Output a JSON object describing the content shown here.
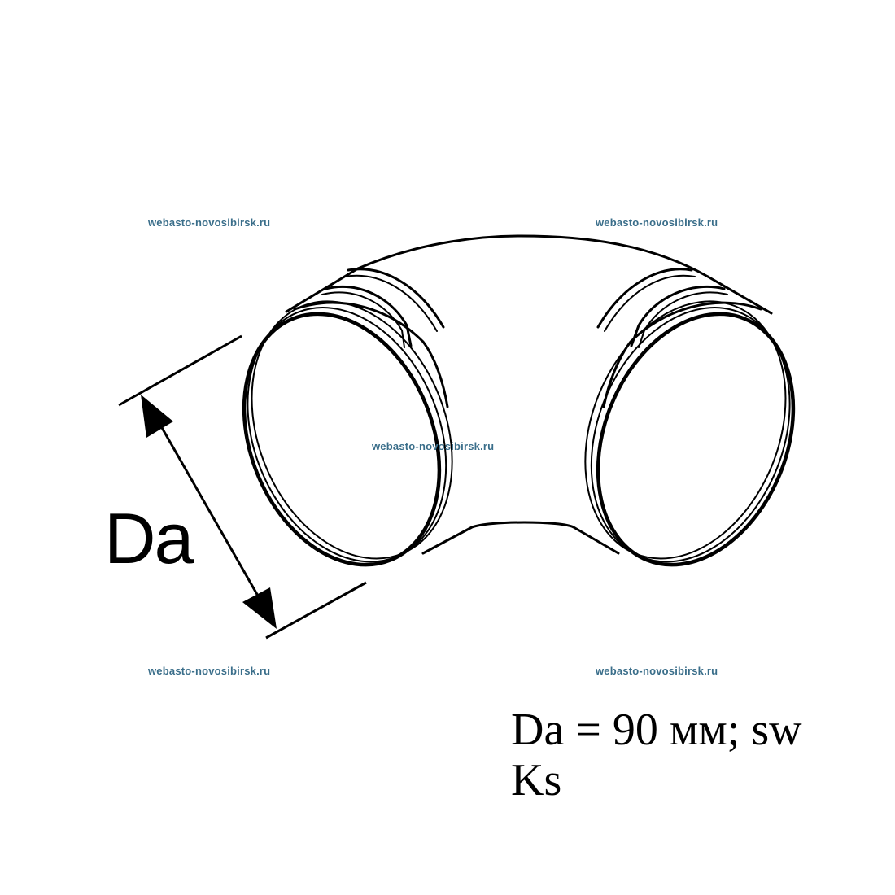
{
  "drawing": {
    "subject": "pipe-elbow-90-degree",
    "dimension_label": "Da",
    "line_color": "#000000",
    "background_color": "#ffffff"
  },
  "spec": {
    "line1": "Da = 90 мм; sw",
    "line2": "Ks"
  },
  "watermarks": {
    "text": "webasto-novosibirsk.ru",
    "color": "#3a6e8a",
    "top_left": "webasto-novosibirsk.ru",
    "top_right": "webasto-novosibirsk.ru",
    "center": "webasto-novosibirsk.ru",
    "bottom_left": "webasto-novosibirsk.ru",
    "bottom_right": "webasto-novosibirsk.ru"
  }
}
